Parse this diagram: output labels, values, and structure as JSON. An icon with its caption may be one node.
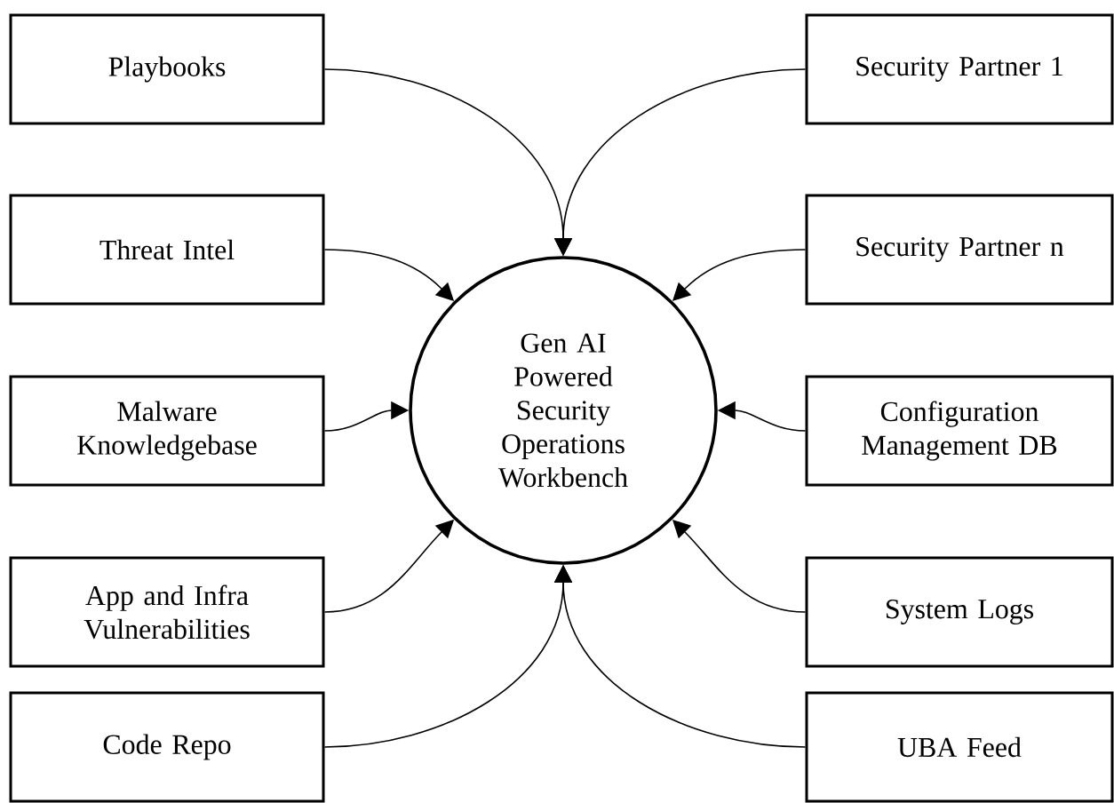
{
  "diagram": {
    "nodes": [
      {
        "text": [
          "Playbooks"
        ]
      },
      {
        "text": [
          "Security Partner 1"
        ]
      },
      {
        "text": [
          "Threat Intel"
        ]
      },
      {
        "text": [
          "Security Partner n"
        ]
      },
      {
        "text": [
          "Gen AI Powered Security Operations Workbench"
        ]
      },
      {
        "text": [
          "Malware Knowledgebase"
        ]
      },
      {
        "text": [
          "Configuration Management DB"
        ]
      },
      {
        "text": [
          "App and Infra Vulnerabilities"
        ]
      },
      {
        "text": [
          "System Logs"
        ]
      },
      {
        "text": [
          "Code Repo"
        ]
      },
      {
        "text": [
          "UBA Feed"
        ]
      }
    ],
    "edges": [
      {
        "from": 0,
        "to": 4,
        "arrow": "to"
      },
      {
        "from": 1,
        "to": 4,
        "arrow": "to"
      },
      {
        "from": 2,
        "to": 4,
        "arrow": "to"
      },
      {
        "from": 3,
        "to": 4,
        "arrow": "to"
      },
      {
        "from": 5,
        "to": 4,
        "arrow": "to"
      },
      {
        "from": 6,
        "to": 4,
        "arrow": "to"
      },
      {
        "from": 7,
        "to": 4,
        "arrow": "to"
      },
      {
        "from": 8,
        "to": 4,
        "arrow": "to"
      },
      {
        "from": 9,
        "to": 4,
        "arrow": "to"
      },
      {
        "from": 10,
        "to": 4,
        "arrow": "to"
      }
    ]
  }
}
